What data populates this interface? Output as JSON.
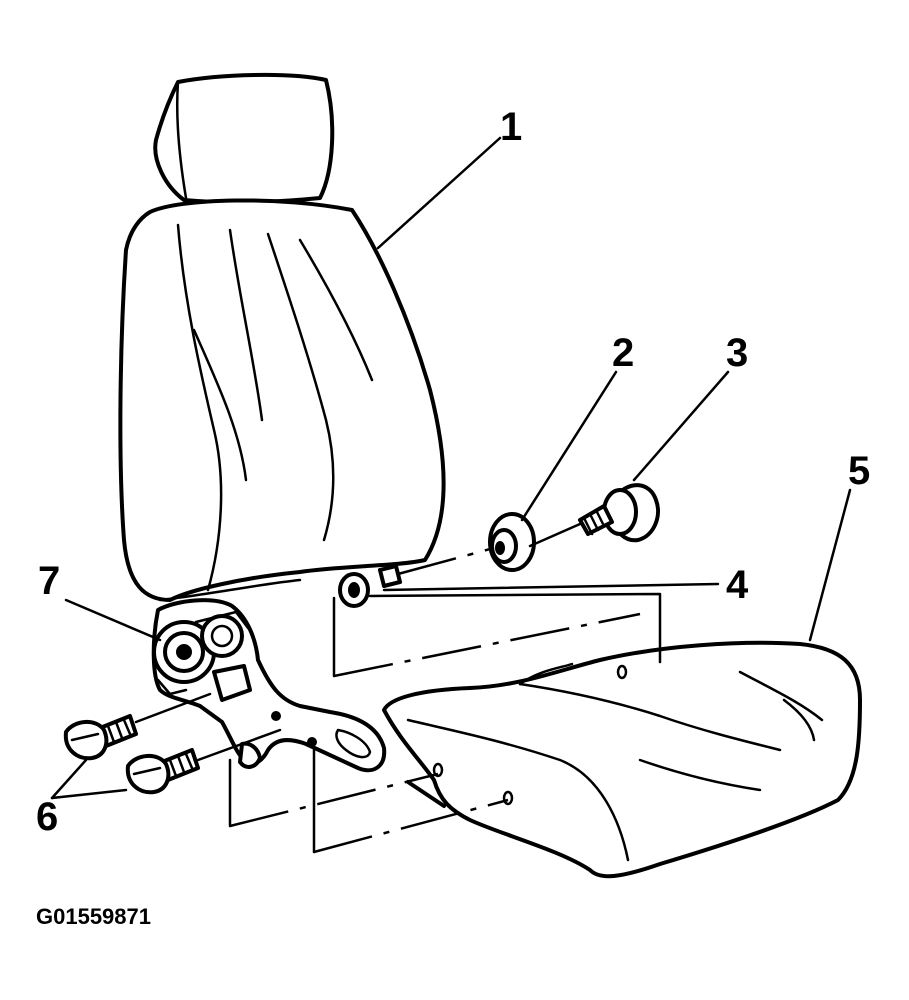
{
  "callouts": [
    {
      "id": "1",
      "label": "1"
    },
    {
      "id": "2",
      "label": "2"
    },
    {
      "id": "3",
      "label": "3"
    },
    {
      "id": "4",
      "label": "4"
    },
    {
      "id": "5",
      "label": "5"
    },
    {
      "id": "6",
      "label": "6"
    },
    {
      "id": "7",
      "label": "7"
    }
  ],
  "figure_id": "G01559871"
}
